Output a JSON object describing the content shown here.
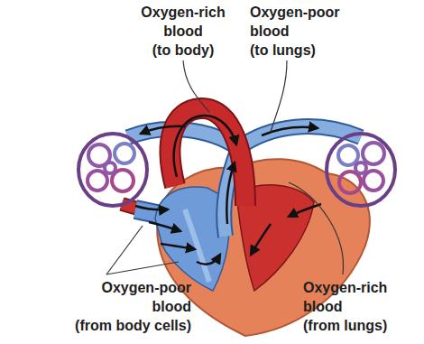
{
  "diagram": {
    "labels": [
      "Oxygen-rich blood (to body)",
      "Oxygen-poor blood (to lungs)",
      "Oxygen-poor blood (from body cells)",
      "Oxygen-rich blood (from lungs)"
    ]
  }
}
